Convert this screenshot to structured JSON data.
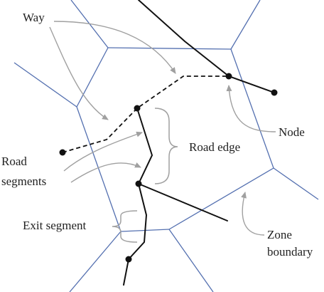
{
  "labels": {
    "way": "Way",
    "road_segments_line1": "Road",
    "road_segments_line2": "segments",
    "road_edge": "Road edge",
    "node": "Node",
    "exit_segment": "Exit segment",
    "zone_boundary_line1": "Zone",
    "zone_boundary_line2": "boundary"
  },
  "colors": {
    "zone_boundary": "#5470b0",
    "road": "#111111",
    "annotation_arrow": "#a0a0a0",
    "text": "#222222",
    "background": "#ffffff"
  }
}
